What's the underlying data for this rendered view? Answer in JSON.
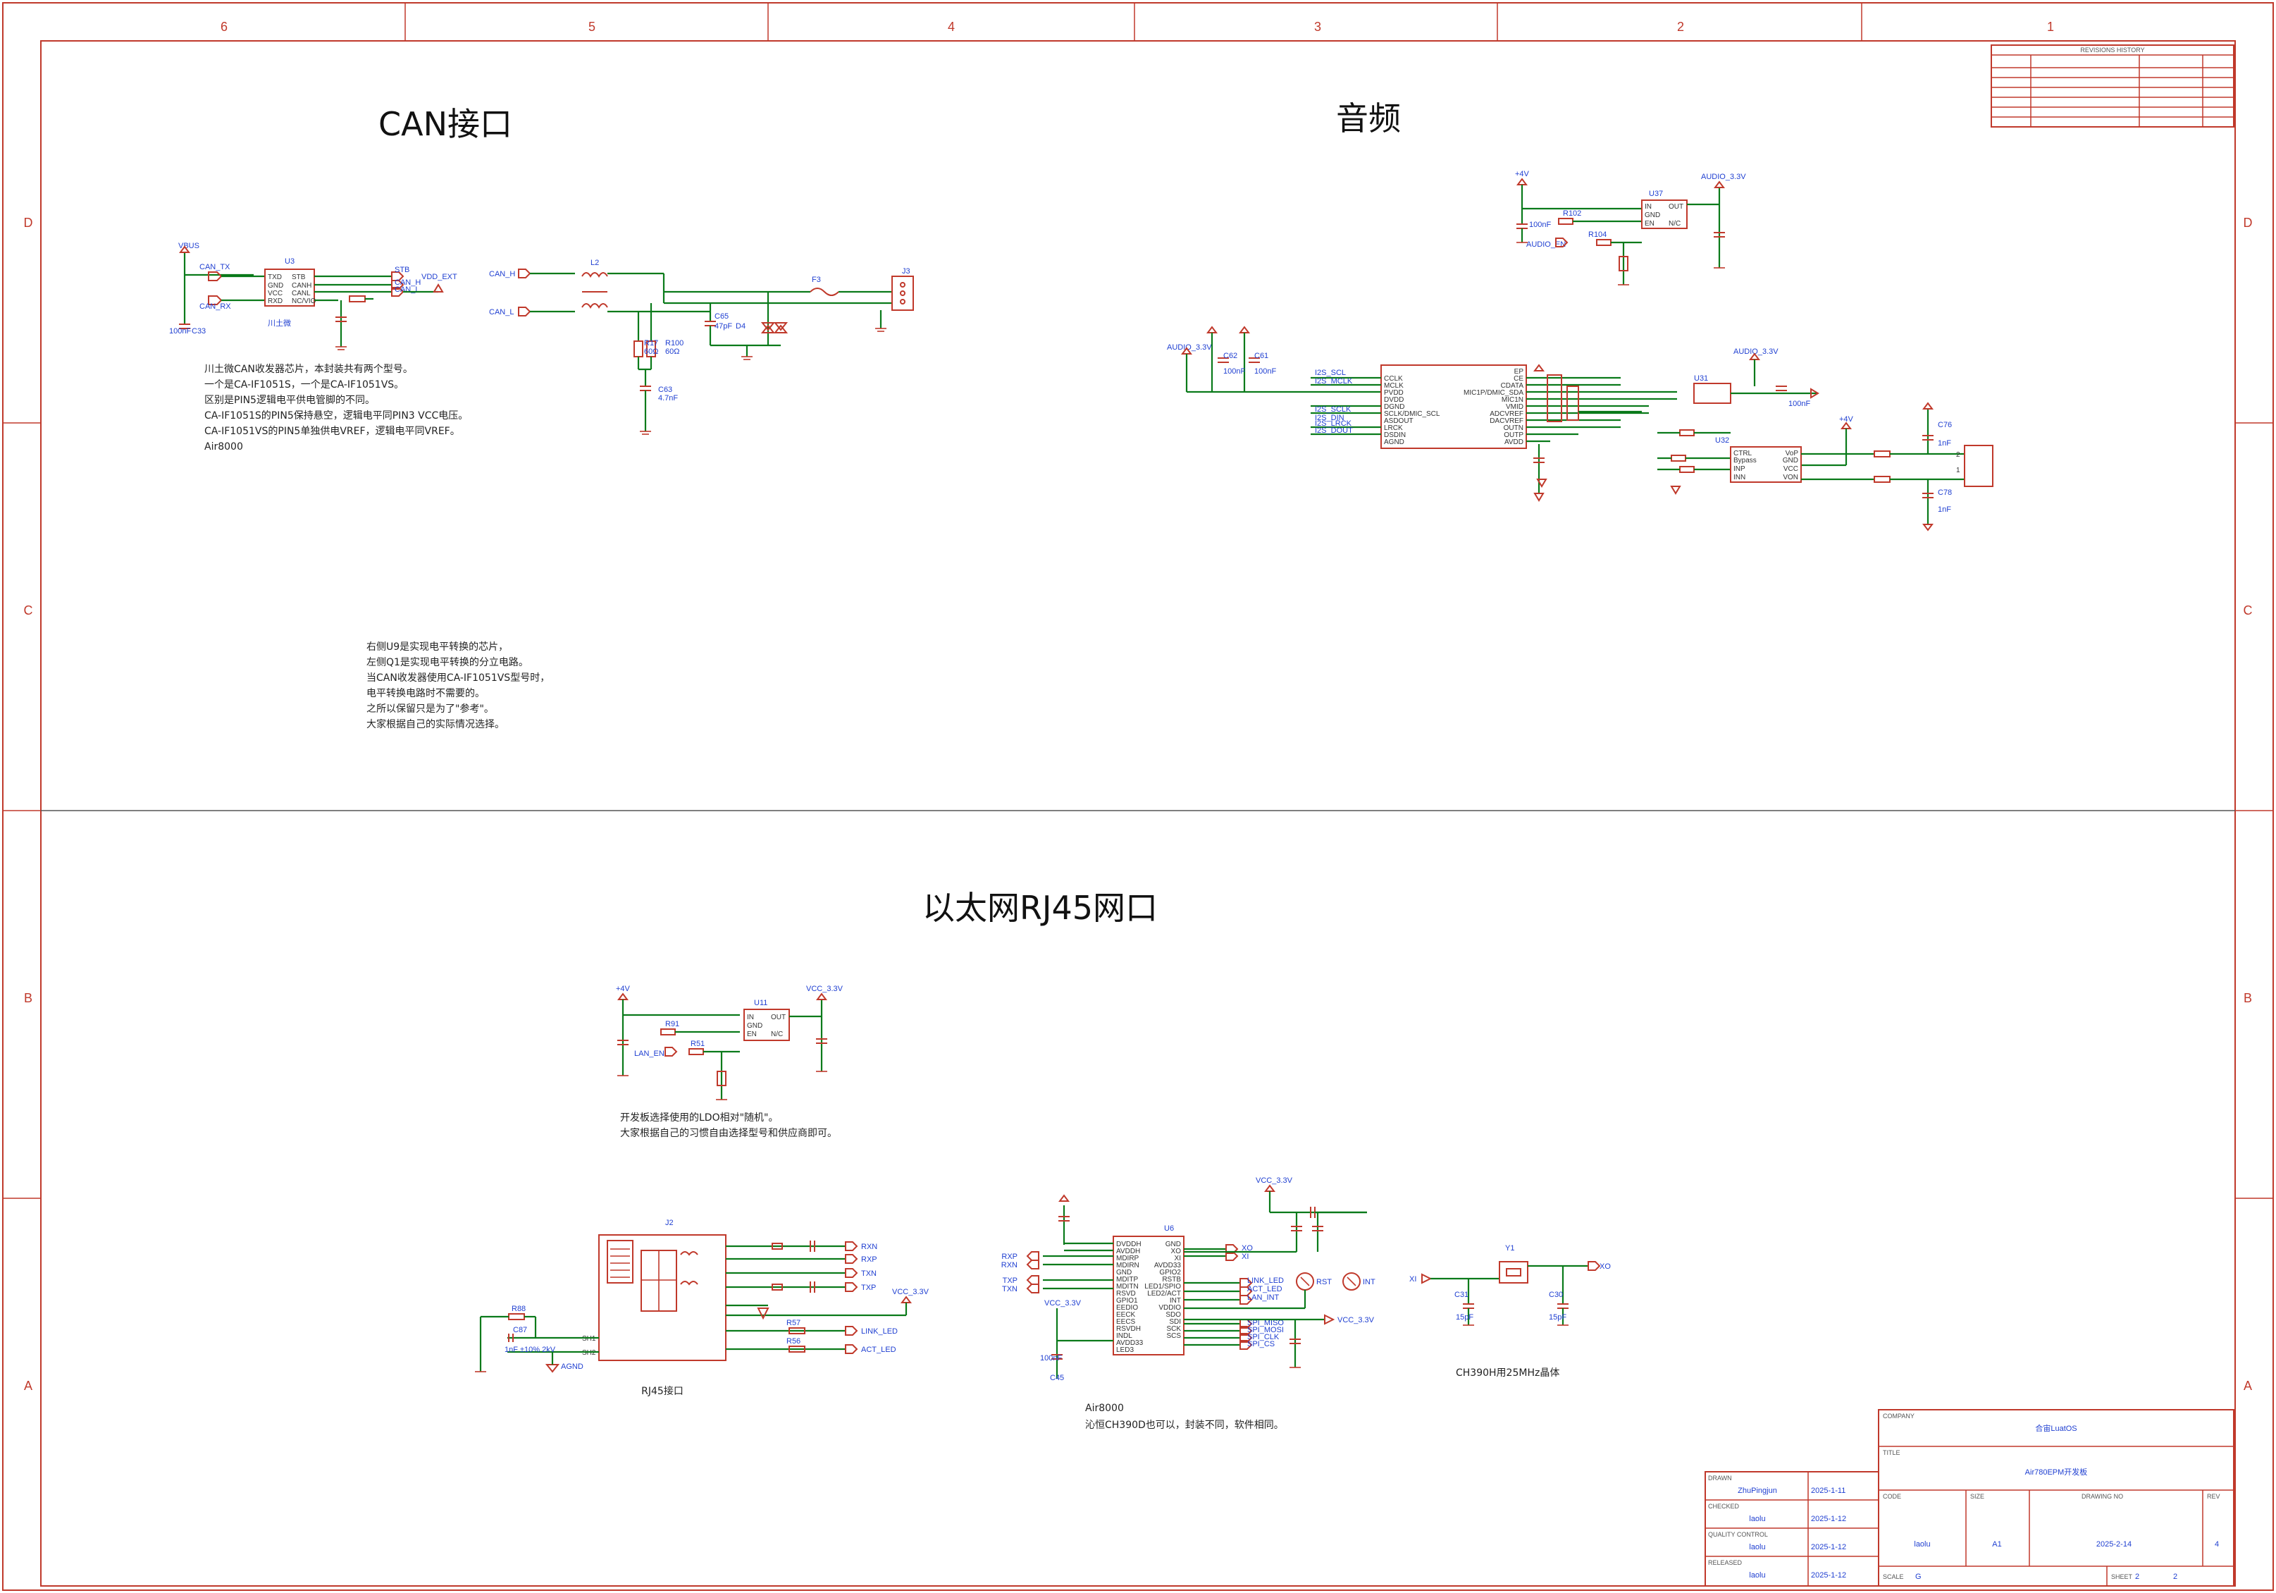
{
  "zones": {
    "columns": [
      "6",
      "5",
      "4",
      "3",
      "2",
      "1"
    ],
    "rows": [
      "D",
      "C",
      "B",
      "A"
    ]
  },
  "sections": {
    "can_title": "CAN接口",
    "audio_title": "音频",
    "eth_title": "以太网RJ45网口"
  },
  "can": {
    "nets": {
      "vbus": "VBUS",
      "can_tx": "CAN_TX",
      "can_rx": "CAN_RX",
      "stb": "STB",
      "canh": "CAN_H",
      "canl": "CAN_L",
      "vdd_ext": "VDD_EXT",
      "canh_in": "CAN_H",
      "canl_in": "CAN_L"
    },
    "refs": {
      "u3": "U3",
      "c33": "C33",
      "c33v": "100nF",
      "l2": "L2",
      "r17": "R17",
      "r100": "R100",
      "r_val": "60Ω",
      "c63": "C63",
      "c63v": "4.7nF",
      "c65": "C65",
      "c65v": "47pF",
      "d4": "D4",
      "f3": "F3",
      "j3": "J3",
      "chip_name": "川土微"
    },
    "note_lines": [
      "川土微CAN收发器芯片，本封装共有两个型号。",
      "一个是CA-IF1051S，一个是CA-IF1051VS。",
      "区别是PIN5逻辑电平供电管脚的不同。",
      "CA-IF1051S的PIN5保持悬空，逻辑电平同PIN3 VCC电压。",
      "CA-IF1051VS的PIN5单独供电VREF，逻辑电平同VREF。",
      "Air8000"
    ],
    "note2_lines": [
      "右侧U9是实现电平转换的芯片，",
      "左侧Q1是实现电平转换的分立电路。",
      "当CAN收发器使用CA-IF1051VS型号时，",
      "电平转换电路时不需要的。",
      "之所以保留只是为了\"参考\"。",
      "大家根据自己的实际情况选择。"
    ]
  },
  "audio": {
    "ldo": {
      "vin": "+4V",
      "ref": "U37",
      "vout": "AUDIO_3.3V",
      "cap": "100nF",
      "r1": "R102",
      "r2": "R104",
      "en": "AUDIO_EN",
      "pins": [
        "IN",
        "GND",
        "EN",
        "OUT",
        "N/C"
      ]
    },
    "codec": {
      "left_pins": [
        "CCLK",
        "MCLK",
        "PVDD",
        "DVDD",
        "DGND",
        "SCLK/DMIC_SCL",
        "ASDOUT",
        "LRCK",
        "DSDIN",
        "AGND"
      ],
      "right_pins": [
        "EP",
        "CE",
        "CDATA",
        "MIC1P/DMIC_SDA",
        "MIC1N",
        "VMID",
        "ADCVREF",
        "DACVREF",
        "OUTN",
        "OUTP",
        "AVDD"
      ],
      "supply": "AUDIO_3.3V",
      "caps": [
        "C62",
        "C61"
      ],
      "cap_vals": [
        "100nF",
        "100nF"
      ],
      "nets_left": [
        "I2S_SCL",
        "I2S_MCLK",
        "I2S_SCLK",
        "I2S_DIN",
        "I2S_LRCK",
        "I2S_DOUT"
      ]
    },
    "amp": {
      "u31": "U31",
      "u32": "U32",
      "vin": "+4V",
      "supply": "AUDIO_3.3V",
      "cap": "100nF",
      "pins_left": [
        "CTRL",
        "Bypass",
        "INP",
        "INN"
      ],
      "pins_right": [
        "VoP",
        "GND",
        "VCC",
        "VON"
      ],
      "c76": "C76",
      "c78": "C78",
      "cap_1nf": "1nF",
      "speaker": "2",
      "pin1": "1"
    }
  },
  "eth": {
    "ldo": {
      "vin": "+4V",
      "ref": "U11",
      "vout": "VCC_3.3V",
      "r1": "R91",
      "r2": "R51",
      "en": "LAN_EN",
      "pins": [
        "IN",
        "GND",
        "EN",
        "OUT",
        "N/C"
      ]
    },
    "note_lines": [
      "开发板选择使用的LDO相对\"随机\"。",
      "大家根据自己的习惯自由选择型号和供应商即可。"
    ],
    "rj45": {
      "ref": "J2",
      "caption": "RJ45接口",
      "r88": "R88",
      "c87": "C87",
      "c87v": "1nF ±10% 2kV",
      "agnd": "AGND",
      "sh1": "SH1",
      "sh2": "SH2",
      "rxn": "RXN",
      "rxp": "RXP",
      "txn": "TXN",
      "txp": "TXP",
      "vcc": "VCC_3.3V",
      "link": "LINK_LED",
      "act": "ACT_LED",
      "r57": "R57",
      "r56": "R56"
    },
    "ch390": {
      "ref": "U6",
      "caption": "Air8000",
      "note": "沁恒CH390D也可以，封装不同，软件相同。",
      "vcc": "VCC_3.3V",
      "left_pins": [
        "DVDDH",
        "AVDDH",
        "MDIRP",
        "MDIRN",
        "GND",
        "MDITP",
        "MDITN",
        "RSVD",
        "GPIO1",
        "EEDIO",
        "EECK",
        "EECS",
        "RSVDH",
        "INDL",
        "AVDD33",
        "LED3"
      ],
      "right_pins": [
        "GND",
        "XO",
        "XI",
        "AVDD33",
        "GPIO2",
        "RSTB",
        "LED1/SPIO",
        "LED2/ACT",
        "INT",
        "VDDIO",
        "SDO",
        "SDI",
        "SCK",
        "SCS"
      ],
      "left_nets": [
        "RXP",
        "RXN",
        "TXP",
        "TXN"
      ],
      "right_nets": [
        "XO",
        "XI",
        "LINK_LED",
        "ACT_LED",
        "LAN_INT",
        "SPI_MISO",
        "SPI_MOSI",
        "SPI_CLK",
        "SPI_CS"
      ],
      "rst": "RST",
      "int": "INT",
      "cap": "100nF",
      "c": "C45"
    },
    "xtal": {
      "ref": "Y1",
      "caption": "CH390H用25MHz晶体",
      "xi": "XI",
      "xo": "XO",
      "c1": "C31",
      "c2": "C30",
      "cap": "15pF"
    }
  },
  "title_block": {
    "revision_header": "REVISIONS HISTORY",
    "company_label": "COMPANY",
    "company": "合宙LuatOS",
    "title_label": "TITLE",
    "title": "Air780EPM开发板",
    "drawn_label": "DRAWN",
    "drawn": "ZhuPingjun",
    "drawn_date": "2025-1-11",
    "checked_label": "CHECKED",
    "checked": "laolu",
    "checked_date": "2025-1-12",
    "quality_label": "QUALITY CONTROL",
    "quality": "laolu",
    "quality_date": "2025-1-12",
    "release_label": "RELEASED",
    "release": "laolu",
    "release_date": "2025-1-12",
    "code_label": "CODE",
    "code": "laolu",
    "size_label": "SIZE",
    "size": "A1",
    "drawing_no_label": "DRAWING NO",
    "drawing_no": "2025-2-14",
    "rev_label": "REV",
    "rev": "4",
    "scale_label": "SCALE",
    "scale": "G",
    "sheet_label": "SHEET",
    "sheet": "2",
    "sheet_of": "2"
  }
}
